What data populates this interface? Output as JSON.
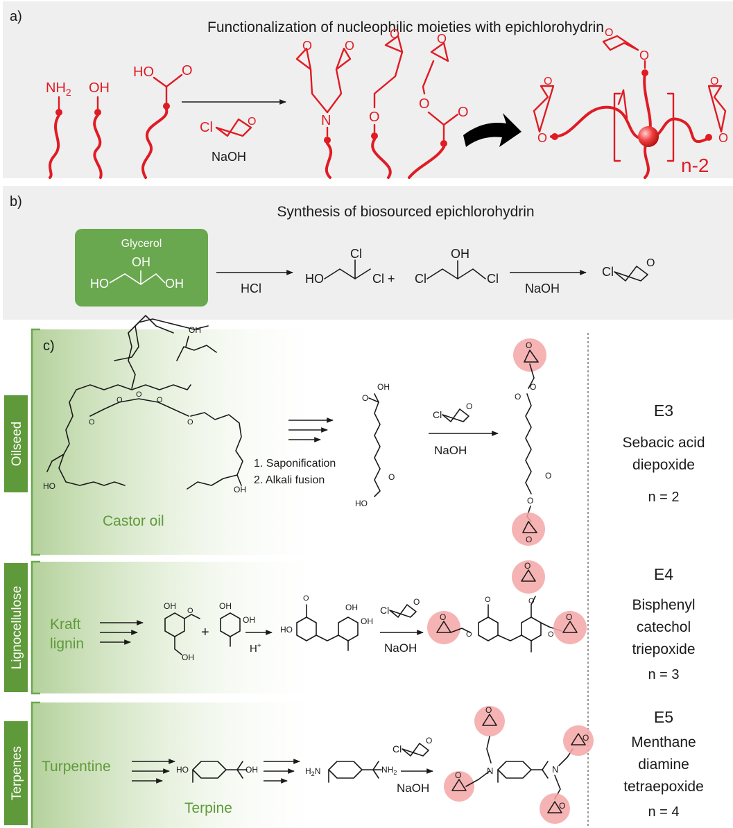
{
  "panels": {
    "a": {
      "letter": "a)",
      "title": "Functionalization of nucleophilic moieties with epichlorohydrin",
      "nh2": "NH",
      "nh2_sub": "2",
      "oh": "OH",
      "ho": "HO",
      "o": "O",
      "n": "N",
      "cl": "Cl",
      "reagent": "NaOH",
      "repeat": "n-2"
    },
    "b": {
      "letter": "b)",
      "title": "Synthesis of biosourced epichlorohydrin",
      "box_label": "Glycerol",
      "oh": "OH",
      "ho": "HO",
      "cl": "Cl",
      "cl_plus": "Cl +",
      "o": "O",
      "reagent1": "HCl",
      "reagent2": "NaOH"
    },
    "c": {
      "letter": "c)",
      "oilseed": {
        "side_label": "Oilseed",
        "source": "Castor oil",
        "step1": "1. Saponification",
        "step2": "2. Alkali fusion",
        "reagent": "NaOH",
        "product_code": "E3",
        "product_name_1": "Sebacic acid",
        "product_name_2": "diepoxide",
        "n": "n = 2",
        "oh": "OH",
        "ho": "HO",
        "o": "O",
        "cl": "Cl"
      },
      "lignocellulose": {
        "side_label": "Lignocellulose",
        "source_1": "Kraft",
        "source_2": "lignin",
        "acid": "H",
        "acid_sup": "+",
        "reagent": "NaOH",
        "product_code": "E4",
        "product_name_1": "Bisphenyl",
        "product_name_2": "catechol",
        "product_name_3": "triepoxide",
        "n": "n = 3",
        "oh": "OH",
        "ho": "HO",
        "o": "O",
        "cl": "Cl",
        "plus": "+"
      },
      "terpenes": {
        "side_label": "Terpenes",
        "source": "Turpentine",
        "intermediate": "Terpine",
        "reagent": "NaOH",
        "product_code": "E5",
        "product_name_1": "Menthane",
        "product_name_2": "diamine",
        "product_name_3": "tetraepoxide",
        "n": "n = 4",
        "oh": "OH",
        "ho": "HO",
        "h2n": "H",
        "nh2": "NH",
        "sub2": "2",
        "n_atom": "N",
        "o": "O",
        "cl": "Cl"
      }
    }
  },
  "colors": {
    "panel_bg": "#efefef",
    "red": "#e01b24",
    "green": "#6aa84f",
    "green_text": "#5f9a3a",
    "highlight": "#f4a6a6"
  }
}
